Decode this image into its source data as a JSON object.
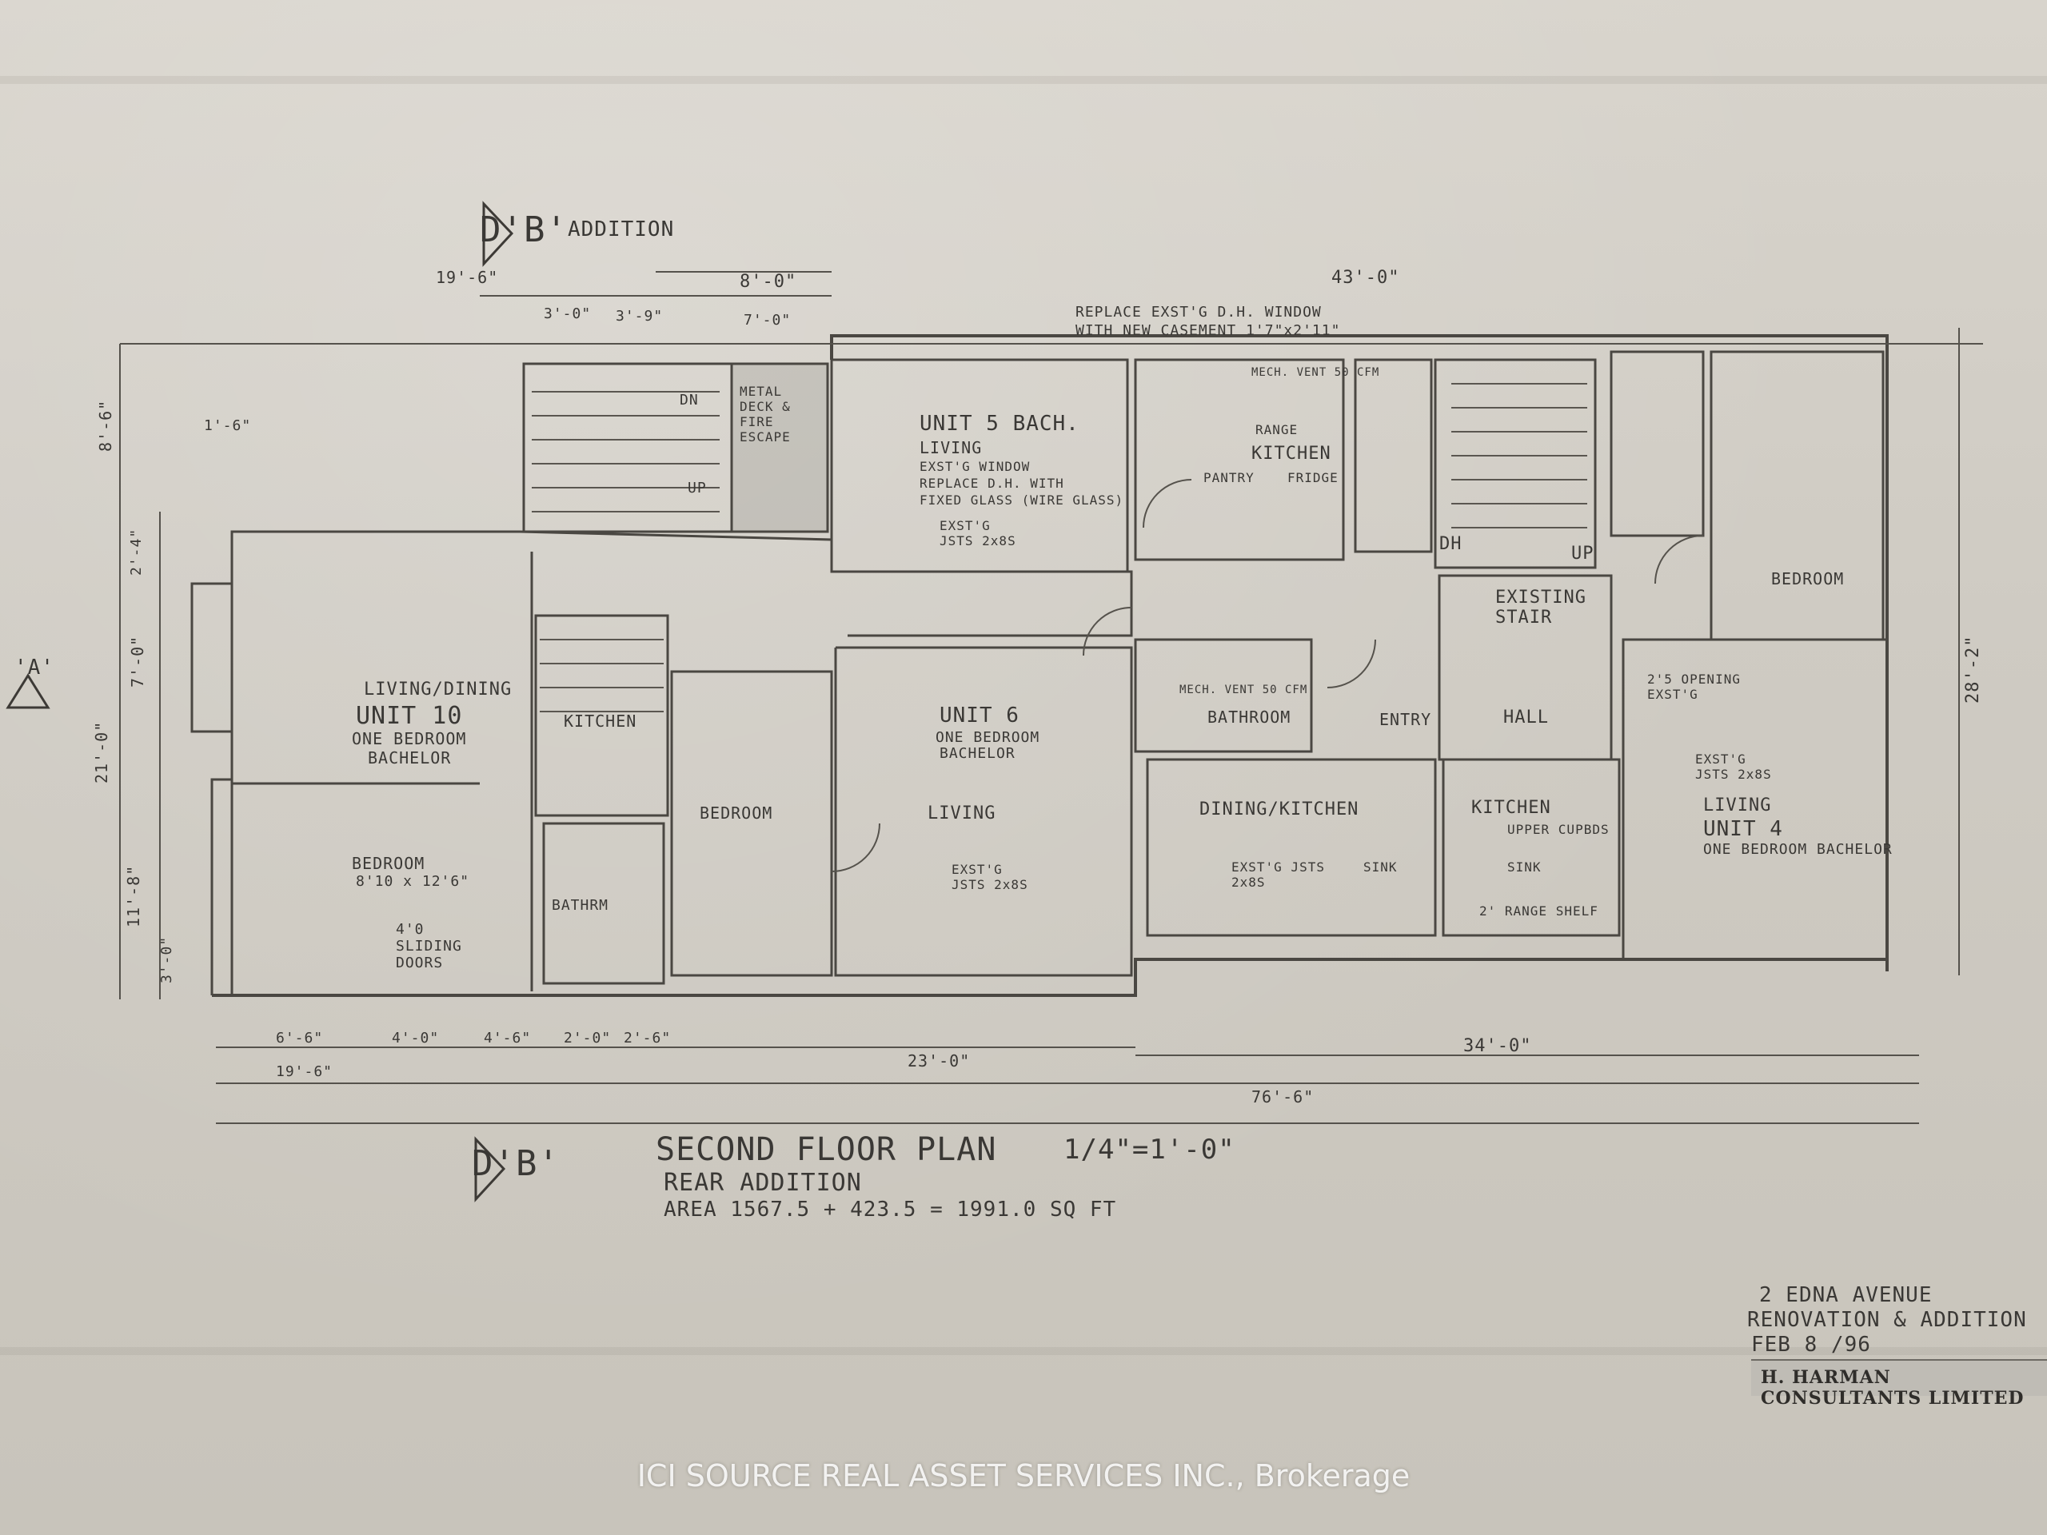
{
  "section_marks": [
    "B",
    "B",
    "A"
  ],
  "section_labels": {
    "top_prefix": "D",
    "top": "'B'",
    "bottom_prefix": "D",
    "bottom": "'B'",
    "left": "'A'"
  },
  "notes": {
    "addition": "ADDITION",
    "replace_window_1": "REPLACE EXST'G D.H. WINDOW",
    "replace_window_2": "WITH NEW CASEMENT 1'7\"x2'11\"",
    "metal_deck": "METAL DECK & FIRE ESCAPE",
    "dn": "DN",
    "up": "UP",
    "existing_stair": "EXISTING STAIR",
    "dh": "DH"
  },
  "dimensions": {
    "d_19_6_top": "19'-6\"",
    "d_8_0": "8'-0\"",
    "d_43_0": "43'-0\"",
    "d_3_0": "3'-0\"",
    "d_3_9": "3'-9\"",
    "d_7_0": "7'-0\"",
    "d_8_6": "8'-6\"",
    "d_1_6": "1'-6\"",
    "d_2_4": "2'-4\"",
    "d_7_0_left": "7'-0\"",
    "d_21_0": "21'-0\"",
    "d_11_8": "11'-8\"",
    "d_3_0_left": "3'-0\"",
    "d_28_2": "28'-2\"",
    "d_6_6": "6'-6\"",
    "d_4_0": "4'-0\"",
    "d_4_6": "4'-6\"",
    "d_2_0": "2'-0\"",
    "d_2_6": "2'-6\"",
    "d_19_6_bottom": "19'-6\"",
    "d_23_0": "23'-0\"",
    "d_34_0": "34'-0\"",
    "d_76_6": "76'-6\""
  },
  "rooms": {
    "unit5": "UNIT 5 BACH.",
    "unit5_living": "LIVING",
    "unit5_note_1": "EXST'G WINDOW",
    "unit5_note_2": "REPLACE D.H. WITH",
    "unit5_note_3": "FIXED GLASS (WIRE GLASS)",
    "unit5_joists": "EXST'G JSTS 2x8S",
    "kitchen_top": "KITCHEN",
    "pantry": "PANTRY",
    "fridge": "FRIDGE",
    "range": "RANGE",
    "mech_vent_top": "MECH. VENT 50 CFM",
    "unit10": "UNIT 10",
    "unit10_sub_1": "ONE BEDROOM",
    "unit10_sub_2": "BACHELOR",
    "living_dining": "LIVING/DINING",
    "kitchen_u10": "KITCHEN",
    "bedroom_u10": "BEDROOM",
    "bedroom_size": "8'10 x 12'6\"",
    "sliding_doors": "4'0 SLIDING DOORS",
    "bathroom_u10": "BATHRM",
    "unit6": "UNIT 6",
    "unit6_sub_1": "ONE BEDROOM",
    "unit6_sub_2": "BACHELOR",
    "living_u6": "LIVING",
    "bedroom_u6": "BEDROOM",
    "u6_joists": "EXST'G JSTS 2x8S",
    "bathroom_mid": "BATHROOM",
    "mech_vent_mid": "MECH. VENT 50 CFM",
    "dining_kitchen": "DINING/KITCHEN",
    "dk_joists": "EXST'G JSTS 2x8S",
    "sink": "SINK",
    "entry": "ENTRY",
    "hall": "HALL",
    "kitchen_u4": "KITCHEN",
    "upper_cupbds": "UPPER CUPBDS",
    "range_shelf": "2' RANGE SHELF",
    "bedroom_u4": "BEDROOM",
    "unit4_living": "LIVING",
    "unit4": "UNIT 4",
    "unit4_sub": "ONE BEDROOM BACHELOR",
    "u4_joists": "EXST'G JSTS 2x8S",
    "opening_exst": "2'5 OPENING EXST'G"
  },
  "title": {
    "line1": "SECOND FLOOR PLAN",
    "scale": "1/4\"=1'-0\"",
    "line2": "REAR ADDITION",
    "line3": "AREA 1567.5 + 423.5 = 1991.0 SQ FT"
  },
  "title_block": {
    "line1": "2 EDNA AVENUE",
    "line2": "RENOVATION & ADDITION",
    "line3": "FEB 8 /96"
  },
  "stamp": "H. HARMAN CONSULTANTS LIMITED",
  "watermark": "ICI SOURCE REAL ASSET SERVICES INC., Brokerage",
  "colors": {
    "paper": "#d3cfc7",
    "ink": "#3a3835",
    "watermark": "#ffffff"
  }
}
